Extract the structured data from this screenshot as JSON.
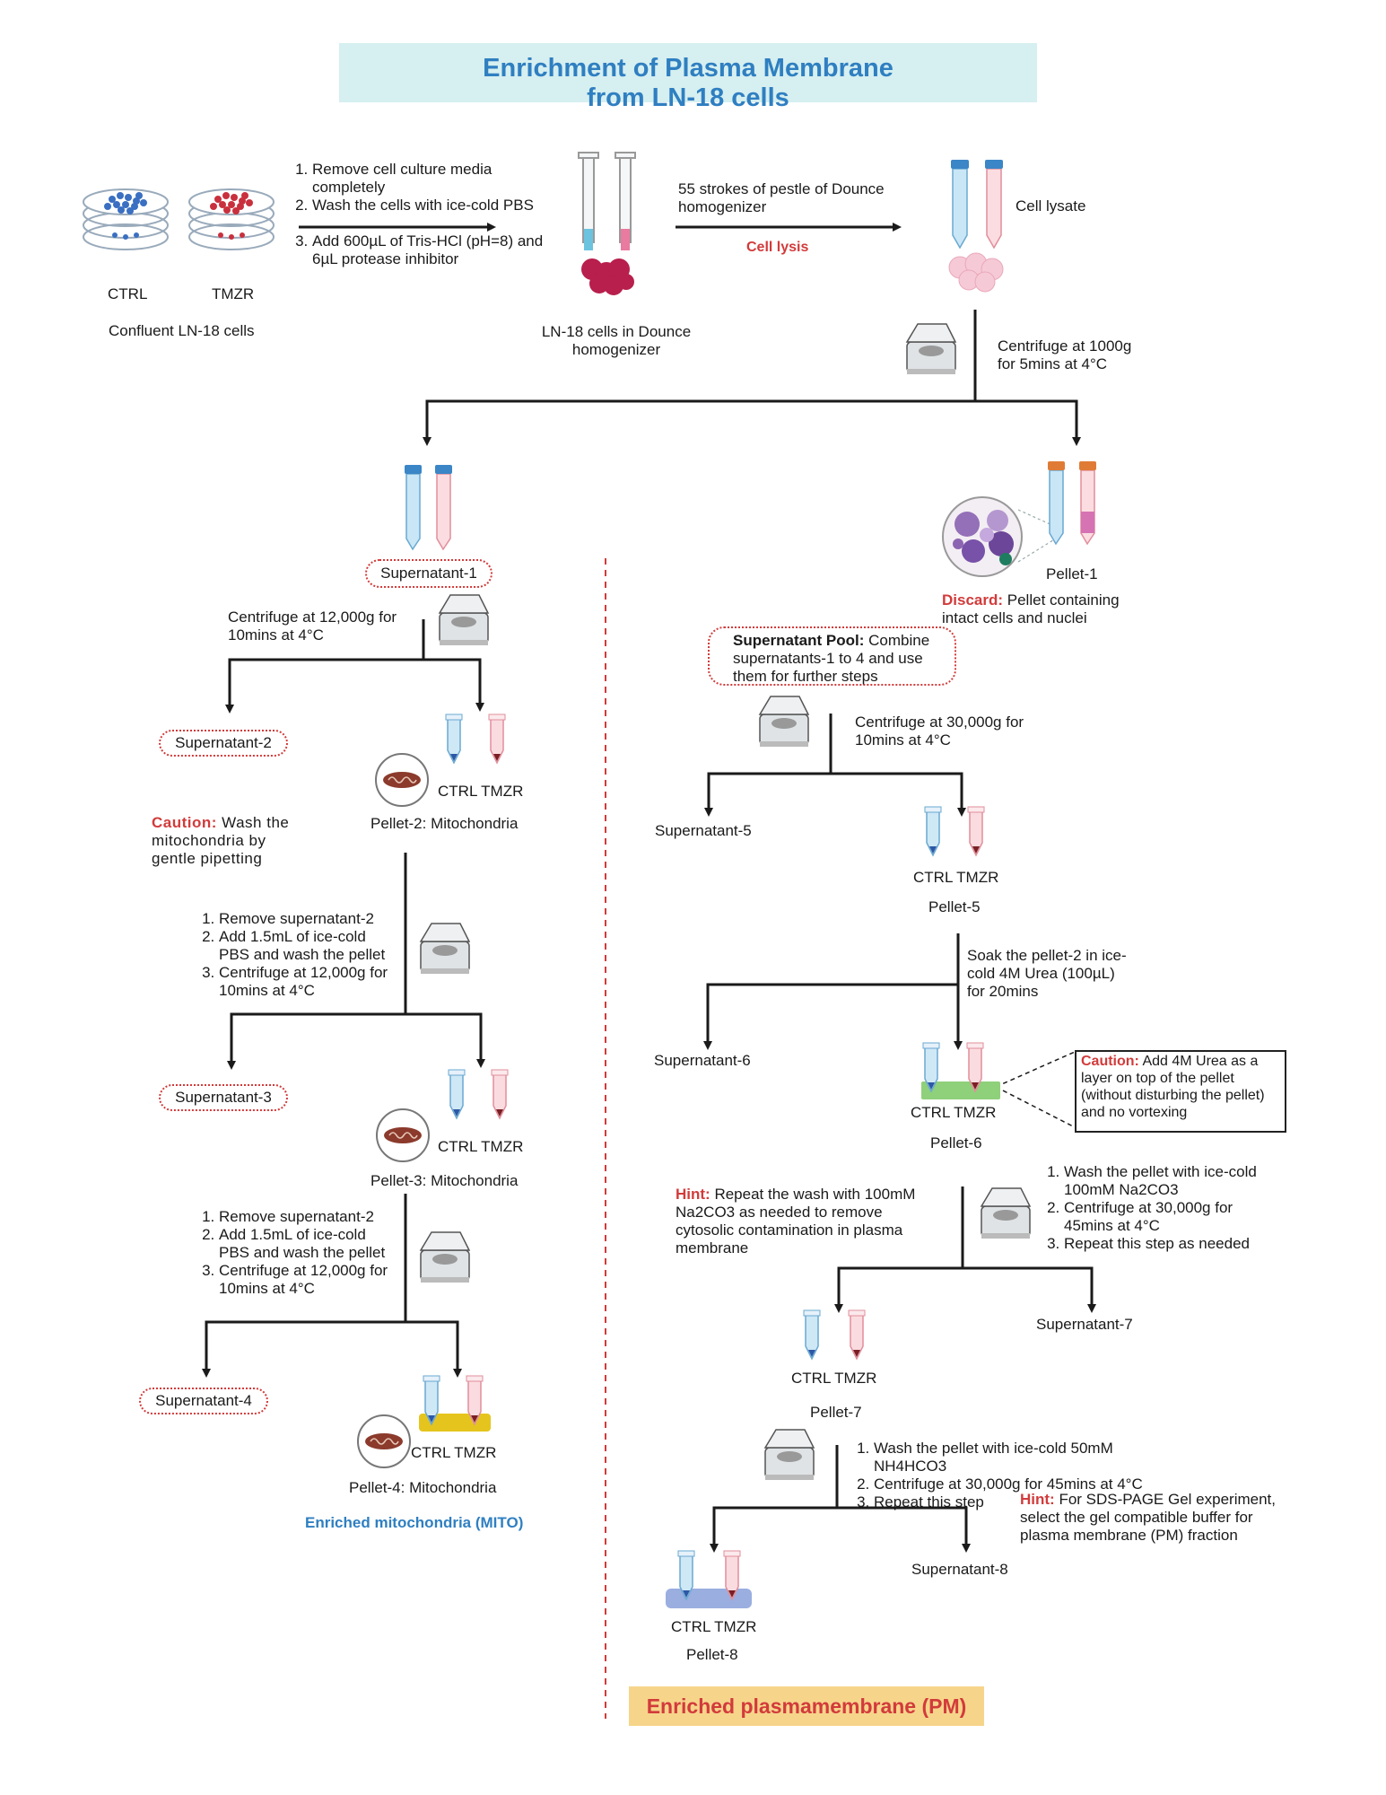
{
  "title": "Enrichment of Plasma Membrane from LN-18 cells",
  "dishes": {
    "ctrl": "CTRL",
    "tmzr": "TMZR",
    "caption": "Confluent LN-18 cells"
  },
  "step1": {
    "items": [
      "Remove cell culture media completely",
      "Wash the cells with ice-cold PBS",
      "Add 600µL of Tris-HCl (pH=8) and 6µL protease inhibitor"
    ]
  },
  "dounce": {
    "caption": "LN-18 cells in Dounce homogenizer"
  },
  "lysis": {
    "strokes": "55 strokes of pestle of Dounce homogenizer",
    "label": "Cell lysis"
  },
  "lysate": {
    "label": "Cell lysate"
  },
  "cent1": "Centrifuge at 1000g for 5mins at 4°C",
  "sup1": "Supernatant-1",
  "pellet1": {
    "label": "Pellet-1",
    "discard": "Discard:",
    "discard_text": "Pellet containing intact cells and nuclei"
  },
  "cent2": "Centrifuge at 12,000g for 10mins at 4°C",
  "sup2": "Supernatant-2",
  "pellet2": {
    "tubes": "CTRL TMZR",
    "label": "Pellet-2: Mitochondria"
  },
  "caution1": {
    "word": "Caution:",
    "text": "Wash the mitochondria by gentle pipetting"
  },
  "step3": {
    "items": [
      "Remove supernatant-2",
      "Add 1.5mL of ice-cold PBS and wash the pellet",
      "Centrifuge at 12,000g for 10mins at 4°C"
    ]
  },
  "sup3": "Supernatant-3",
  "pellet3": {
    "tubes": "CTRL TMZR",
    "label": "Pellet-3: Mitochondria"
  },
  "step4": {
    "items": [
      "Remove supernatant-2",
      "Add 1.5mL of ice-cold PBS and wash the pellet",
      "Centrifuge at 12,000g for 10mins at 4°C"
    ]
  },
  "sup4": "Supernatant-4",
  "pellet4": {
    "tubes": "CTRL TMZR",
    "label": "Pellet-4: Mitochondria"
  },
  "mito_result": "Enriched mitochondria (MITO)",
  "pool": {
    "word": "Supernatant Pool:",
    "text": "Combine supernatants-1 to 4 and use them for further steps"
  },
  "cent5": "Centrifuge at 30,000g for 10mins at 4°C",
  "sup5": "Supernatant-5",
  "pellet5": {
    "tubes": "CTRL TMZR",
    "label": "Pellet-5"
  },
  "soak": "Soak the pellet-2 in ice-cold 4M Urea (100µL) for 20mins",
  "sup6": "Supernatant-6",
  "pellet6": {
    "tubes": "CTRL TMZR",
    "label": "Pellet-6"
  },
  "caution2": {
    "word": "Caution:",
    "text": "Add 4M Urea as a layer on top of the pellet (without disturbing the pellet) and no vortexing"
  },
  "hint1": {
    "word": "Hint:",
    "text": "Repeat the wash with 100mM Na2CO3 as needed to remove cytosolic contamination in plasma membrane"
  },
  "step7": {
    "items": [
      "Wash the pellet with ice-cold 100mM Na2CO3",
      "Centrifuge at 30,000g for 45mins at 4°C",
      "Repeat this step as needed"
    ]
  },
  "sup7": "Supernatant-7",
  "pellet7": {
    "tubes": "CTRL TMZR",
    "label": "Pellet-7"
  },
  "step8": {
    "items": [
      "Wash the pellet with ice-cold 50mM NH4HCO3",
      "Centrifuge at 30,000g for 45mins at 4°C",
      "Repeat this step"
    ]
  },
  "hint2": {
    "word": "Hint:",
    "text": "For SDS-PAGE Gel experiment, select the gel compatible buffer for plasma membrane (PM) fraction"
  },
  "sup8": "Supernatant-8",
  "pellet8": {
    "tubes": "CTRL TMZR",
    "label": "Pellet-8"
  },
  "pm_result": "Enriched plasmamembrane (PM)",
  "colors": {
    "title": "#2f7fc1",
    "title_bg": "#d6eff0",
    "warning": "#d23b3b",
    "pm_bg": "#f6d58b",
    "ctrl": "#8cc4e8",
    "tmzr": "#f2a7b1"
  }
}
